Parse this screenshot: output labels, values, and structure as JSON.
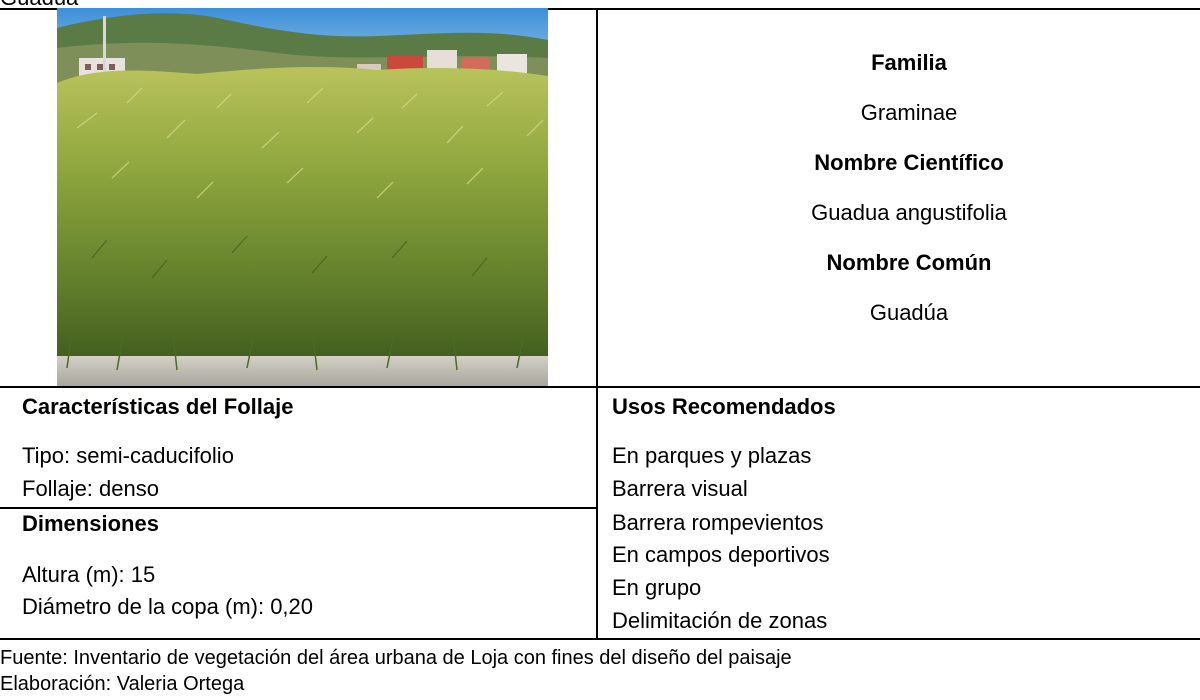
{
  "header": {
    "clipped_title": "Guadúa"
  },
  "taxonomy": {
    "family_label": "Familia",
    "family_value": "Graminae",
    "scientific_label": "Nombre Científico",
    "scientific_value": "Guadua angustifolia",
    "common_label": "Nombre Común",
    "common_value": "Guadúa"
  },
  "foliage": {
    "heading": "Características del Follaje",
    "items": [
      "Tipo: semi-caducifolio",
      "Follaje: denso"
    ]
  },
  "dimensions": {
    "heading": "Dimensiones",
    "items": [
      "Altura (m): 15",
      "Diámetro de la copa (m): 0,20"
    ]
  },
  "uses": {
    "heading": "Usos Recomendados",
    "items": [
      "En parques y plazas",
      "Barrera visual",
      "Barrera rompevientos",
      "En campos deportivos",
      "En grupo",
      "Delimitación de zonas"
    ]
  },
  "footer": {
    "source": "Fuente: Inventario de vegetación del área urbana de Loja con fines del diseño del paisaje",
    "credit": "Elaboración: Valeria Ortega"
  }
}
